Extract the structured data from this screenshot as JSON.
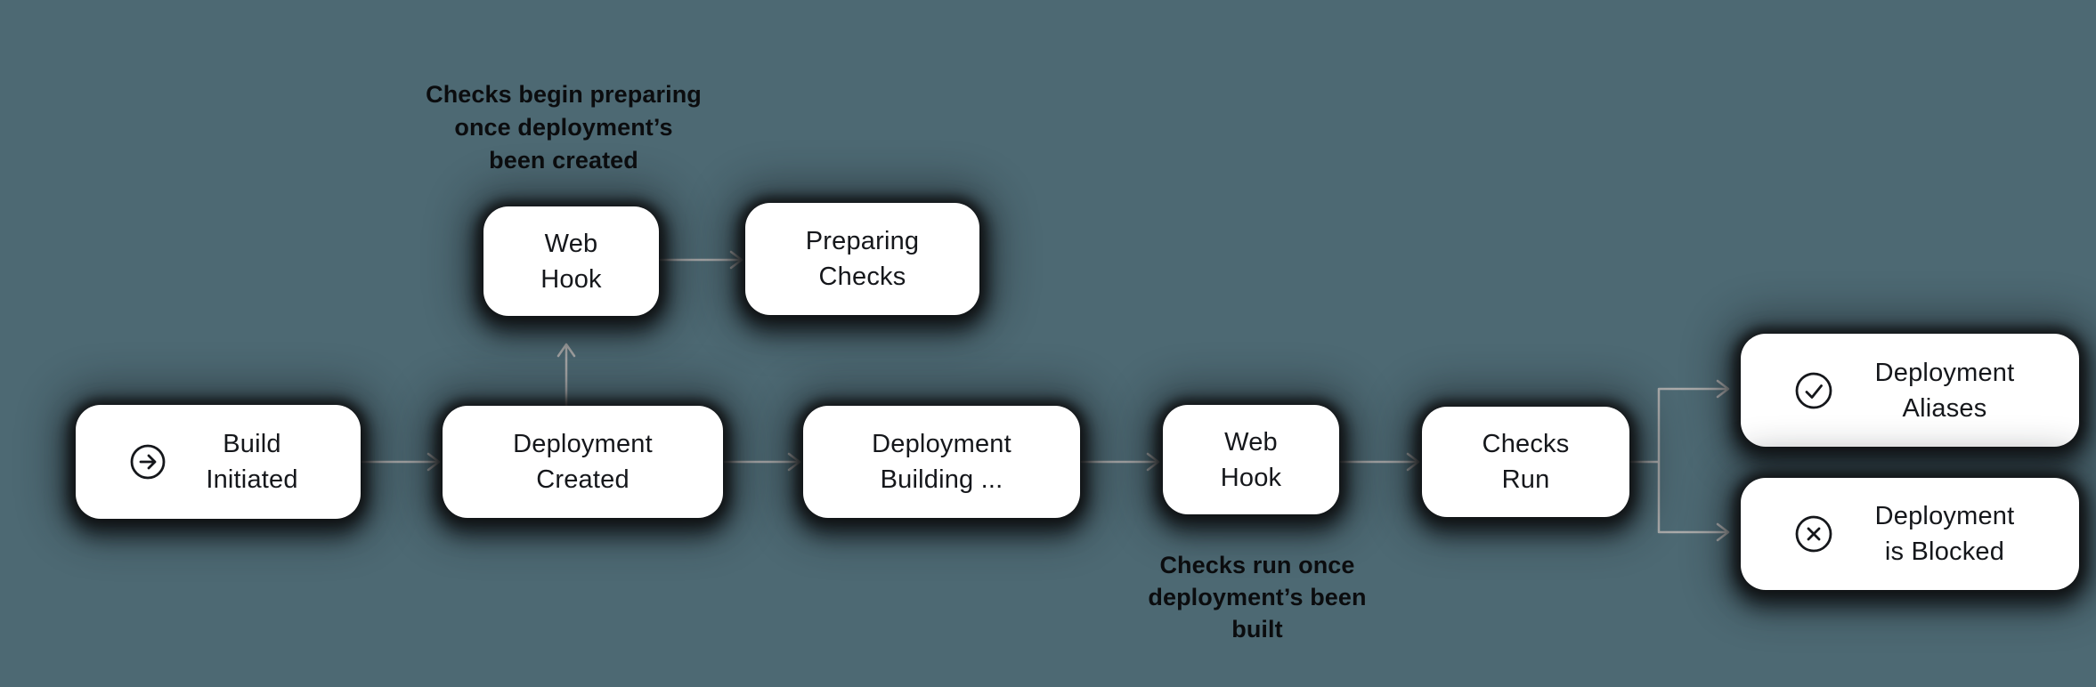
{
  "colors": {
    "background": "#4d6973",
    "arrow": "#ababab",
    "node_fill": "#ffffff",
    "node_text": "#15171b",
    "annotation_text": "#0b0c0e"
  },
  "nodes": {
    "build_initiated": {
      "line1": "Build",
      "line2": "Initiated",
      "icon": "arrow-right-circle"
    },
    "deployment_created": {
      "line1": "Deployment",
      "line2": "Created"
    },
    "deployment_building": {
      "line1": "Deployment",
      "line2": "Building ..."
    },
    "webhook_top": {
      "line1": "Web",
      "line2": "Hook"
    },
    "preparing_checks": {
      "line1": "Preparing",
      "line2": "Checks"
    },
    "webhook_main": {
      "line1": "Web",
      "line2": "Hook"
    },
    "checks_run": {
      "line1": "Checks",
      "line2": "Run"
    },
    "deployment_aliases": {
      "line1": "Deployment",
      "line2": "Aliases",
      "icon": "check-circle"
    },
    "deployment_blocked": {
      "line1": "Deployment",
      "line2": "is Blocked",
      "icon": "x-circle"
    }
  },
  "annotations": {
    "checks_begin": {
      "line1": "Checks begin preparing",
      "line2": "once deployment’s",
      "line3": "been created"
    },
    "checks_run_once": {
      "line1": "Checks run once",
      "line2": "deployment’s been",
      "line3": "built"
    }
  }
}
